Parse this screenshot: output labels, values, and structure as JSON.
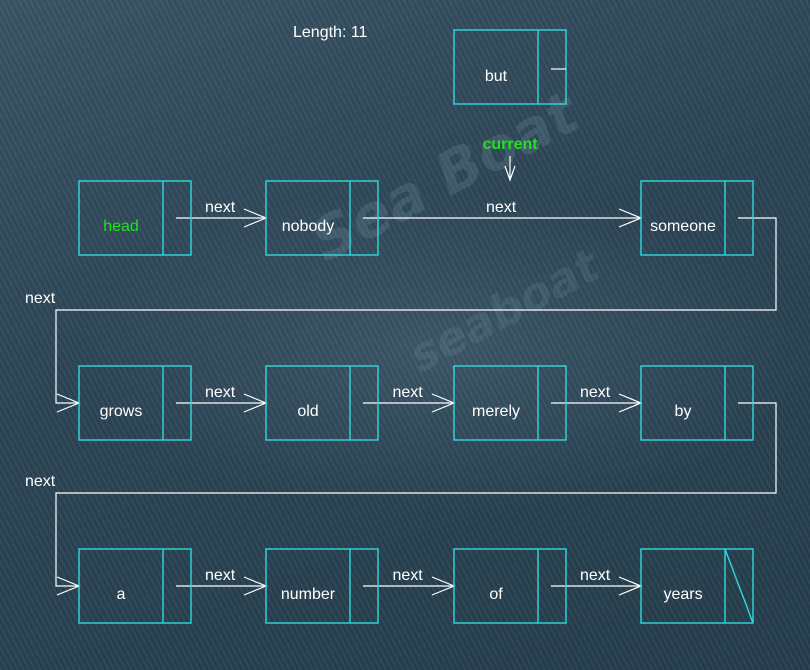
{
  "length_label": "Length: 11",
  "pointer_label": "current",
  "edge_label": "next",
  "floating_node": {
    "label": "but"
  },
  "nodes": [
    {
      "id": "head",
      "label": "head",
      "highlight": true
    },
    {
      "id": "nobody",
      "label": "nobody"
    },
    {
      "id": "someone",
      "label": "someone"
    },
    {
      "id": "grows",
      "label": "grows"
    },
    {
      "id": "old",
      "label": "old"
    },
    {
      "id": "merely",
      "label": "merely"
    },
    {
      "id": "by",
      "label": "by"
    },
    {
      "id": "a",
      "label": "a"
    },
    {
      "id": "number",
      "label": "number"
    },
    {
      "id": "of",
      "label": "of"
    },
    {
      "id": "years",
      "label": "years",
      "null_next": true
    }
  ],
  "links": [
    {
      "from": "head",
      "to": "nobody",
      "label": "next"
    },
    {
      "from": "nobody",
      "to": "someone",
      "label": "next"
    },
    {
      "from": "someone",
      "to": "grows",
      "label": "next"
    },
    {
      "from": "grows",
      "to": "old",
      "label": "next"
    },
    {
      "from": "old",
      "to": "merely",
      "label": "next"
    },
    {
      "from": "merely",
      "to": "by",
      "label": "next"
    },
    {
      "from": "by",
      "to": "a",
      "label": "next"
    },
    {
      "from": "a",
      "to": "number",
      "label": "next"
    },
    {
      "from": "number",
      "to": "of",
      "label": "next"
    },
    {
      "from": "of",
      "to": "years",
      "label": "next"
    }
  ],
  "colors": {
    "node_border": "#2fd9e0",
    "arrow": "#ffffff",
    "highlight_text": "#22e022",
    "text": "#ffffff"
  }
}
